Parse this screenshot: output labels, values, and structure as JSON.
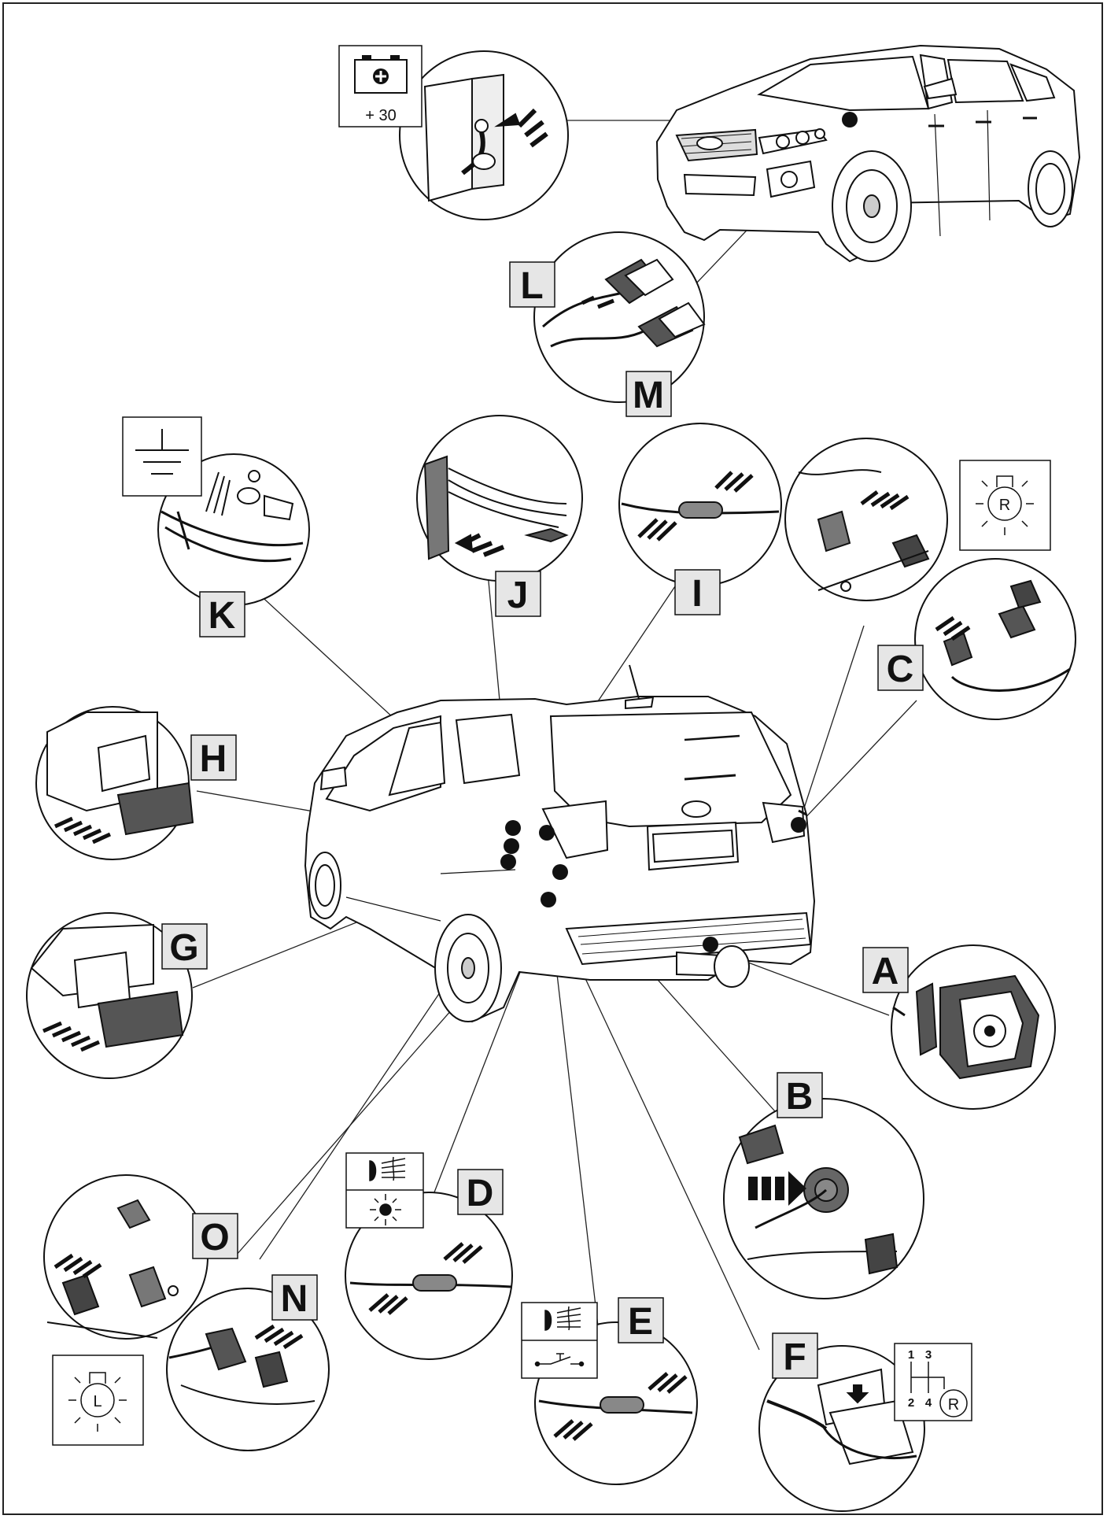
{
  "battery_symbol": {
    "icon": "battery-plus-icon",
    "label": "+ 30"
  },
  "ground_symbol": {
    "icon": "ground-icon"
  },
  "reverse_right_symbol": {
    "icon": "reverse-light-icon",
    "letter": "R"
  },
  "reverse_left_symbol": {
    "icon": "lamp-icon",
    "letter": "L"
  },
  "gear_symbol": {
    "icon": "gear-shift-icon",
    "digits": [
      "1",
      "3",
      "2",
      "4"
    ],
    "letter": "R"
  },
  "fog_light_symbol": {
    "icons": [
      "fog-light-icon",
      "side-light-icon"
    ]
  },
  "fog_switch_symbol": {
    "icons": [
      "fog-light-icon",
      "switch-icon"
    ]
  },
  "callouts": {
    "A": "A",
    "B": "B",
    "C": "C",
    "D": "D",
    "E": "E",
    "F": "F",
    "G": "G",
    "H": "H",
    "I": "I",
    "J": "J",
    "K": "K",
    "L": "L",
    "M": "M",
    "N": "N",
    "O": "O"
  },
  "colors": {
    "ink": "#111111",
    "label_fill": "#e6e6e6",
    "mid_gray": "#777777"
  }
}
